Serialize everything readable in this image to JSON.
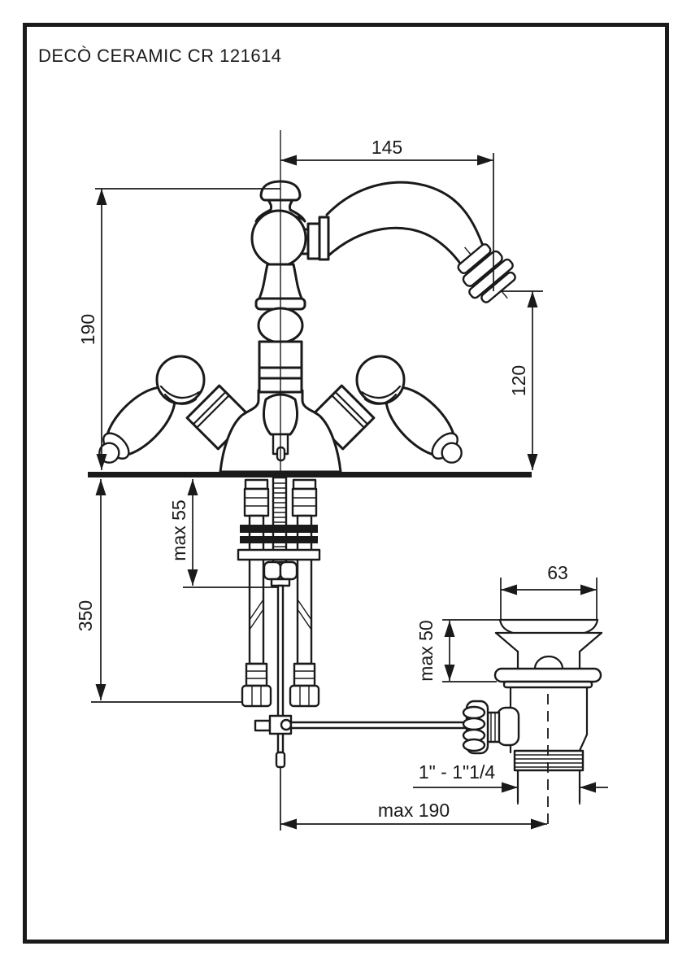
{
  "title": "DECÒ CERAMIC CR 121614",
  "drawing": {
    "subject": "bidet mixer tap with pop-up waste, dimensioned installation drawing",
    "units": "mm",
    "line_color": "#1a1a1a",
    "background_color": "#ffffff",
    "dims": {
      "spout_reach": "145",
      "body_height_above_deck": "190",
      "spout_outlet_height": "120",
      "max_deck_thickness": "max 55",
      "hose_length": "350",
      "waste_flange_diameter": "63",
      "waste_max_height": "max 50",
      "waste_thread_size": "1\" - 1\"1/4",
      "max_rod_reach": "max 190"
    }
  }
}
